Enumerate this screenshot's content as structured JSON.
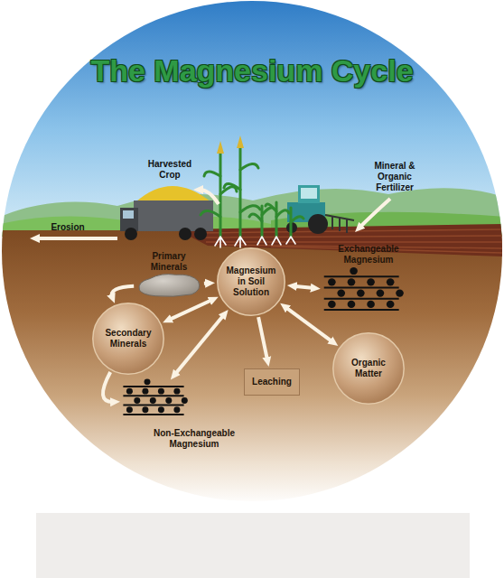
{
  "diagram": {
    "title": "The Magnesium Cycle",
    "nodes": [
      {
        "text": [
          "Exchangeable Magnesium"
        ]
      },
      {
        "text": [
          "Primary Minerals"
        ]
      },
      {
        "text": [
          "Magnesium in Soil Solution"
        ]
      },
      {
        "text": [
          "Secondary Minerals"
        ]
      },
      {
        "text": [
          "Organic Matter"
        ]
      },
      {
        "text": [
          "Leaching"
        ]
      },
      {
        "text": [
          "Non-Exchangeable Magnesium"
        ]
      }
    ],
    "edges": [
      {
        "from": 1,
        "to": 2,
        "arrow": "to"
      },
      {
        "from": 1,
        "to": 3,
        "arrow": "to"
      },
      {
        "from": 2,
        "to": 3,
        "arrow": "both"
      },
      {
        "from": 3,
        "to": 6,
        "arrow": "to"
      },
      {
        "from": 6,
        "to": 2,
        "arrow": "both"
      },
      {
        "from": 2,
        "to": 0,
        "arrow": "both"
      },
      {
        "from": 2,
        "to": 4,
        "arrow": "both"
      },
      {
        "from": 2,
        "to": 5,
        "arrow": "to"
      }
    ],
    "labels": [
      "Harvested Crop",
      "Mineral & Organic Fertilizer",
      "Erosion"
    ]
  }
}
